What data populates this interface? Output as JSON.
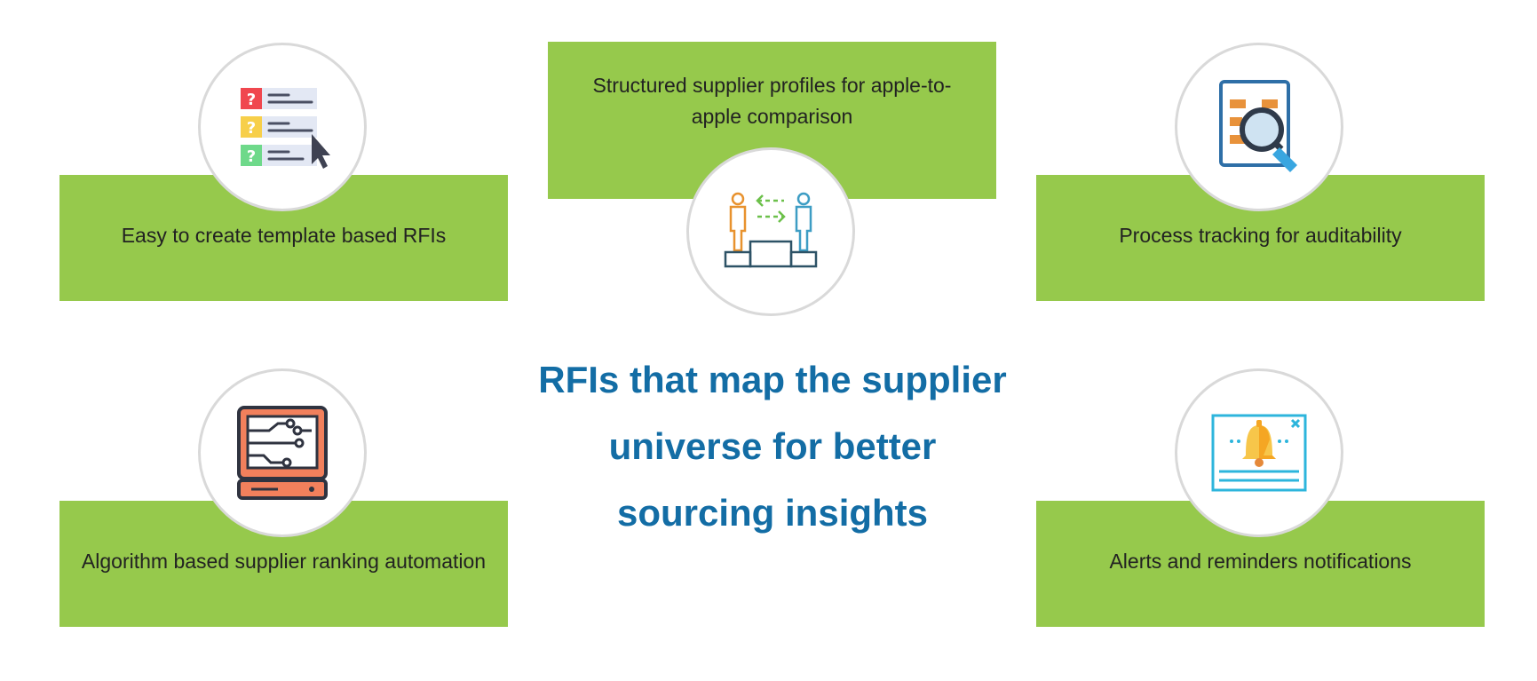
{
  "features": {
    "rfi_templates": {
      "label": "Easy to create template based RFIs",
      "icon": "questionnaire-list-icon"
    },
    "supplier_profiles": {
      "label": "Structured supplier profiles for apple-to-apple comparison",
      "icon": "supplier-comparison-icon"
    },
    "process_tracking": {
      "label": "Process tracking for auditability",
      "icon": "document-search-icon"
    },
    "ranking_automation": {
      "label": "Algorithm based supplier ranking automation",
      "icon": "circuit-monitor-icon"
    },
    "alerts": {
      "label": "Alerts and reminders notifications",
      "icon": "bell-notification-icon"
    }
  },
  "headline": "RFIs that map the supplier universe for better sourcing insights",
  "colors": {
    "panel": "#96c94c",
    "headline": "#136da5",
    "circle_border": "#d9d9d9"
  }
}
